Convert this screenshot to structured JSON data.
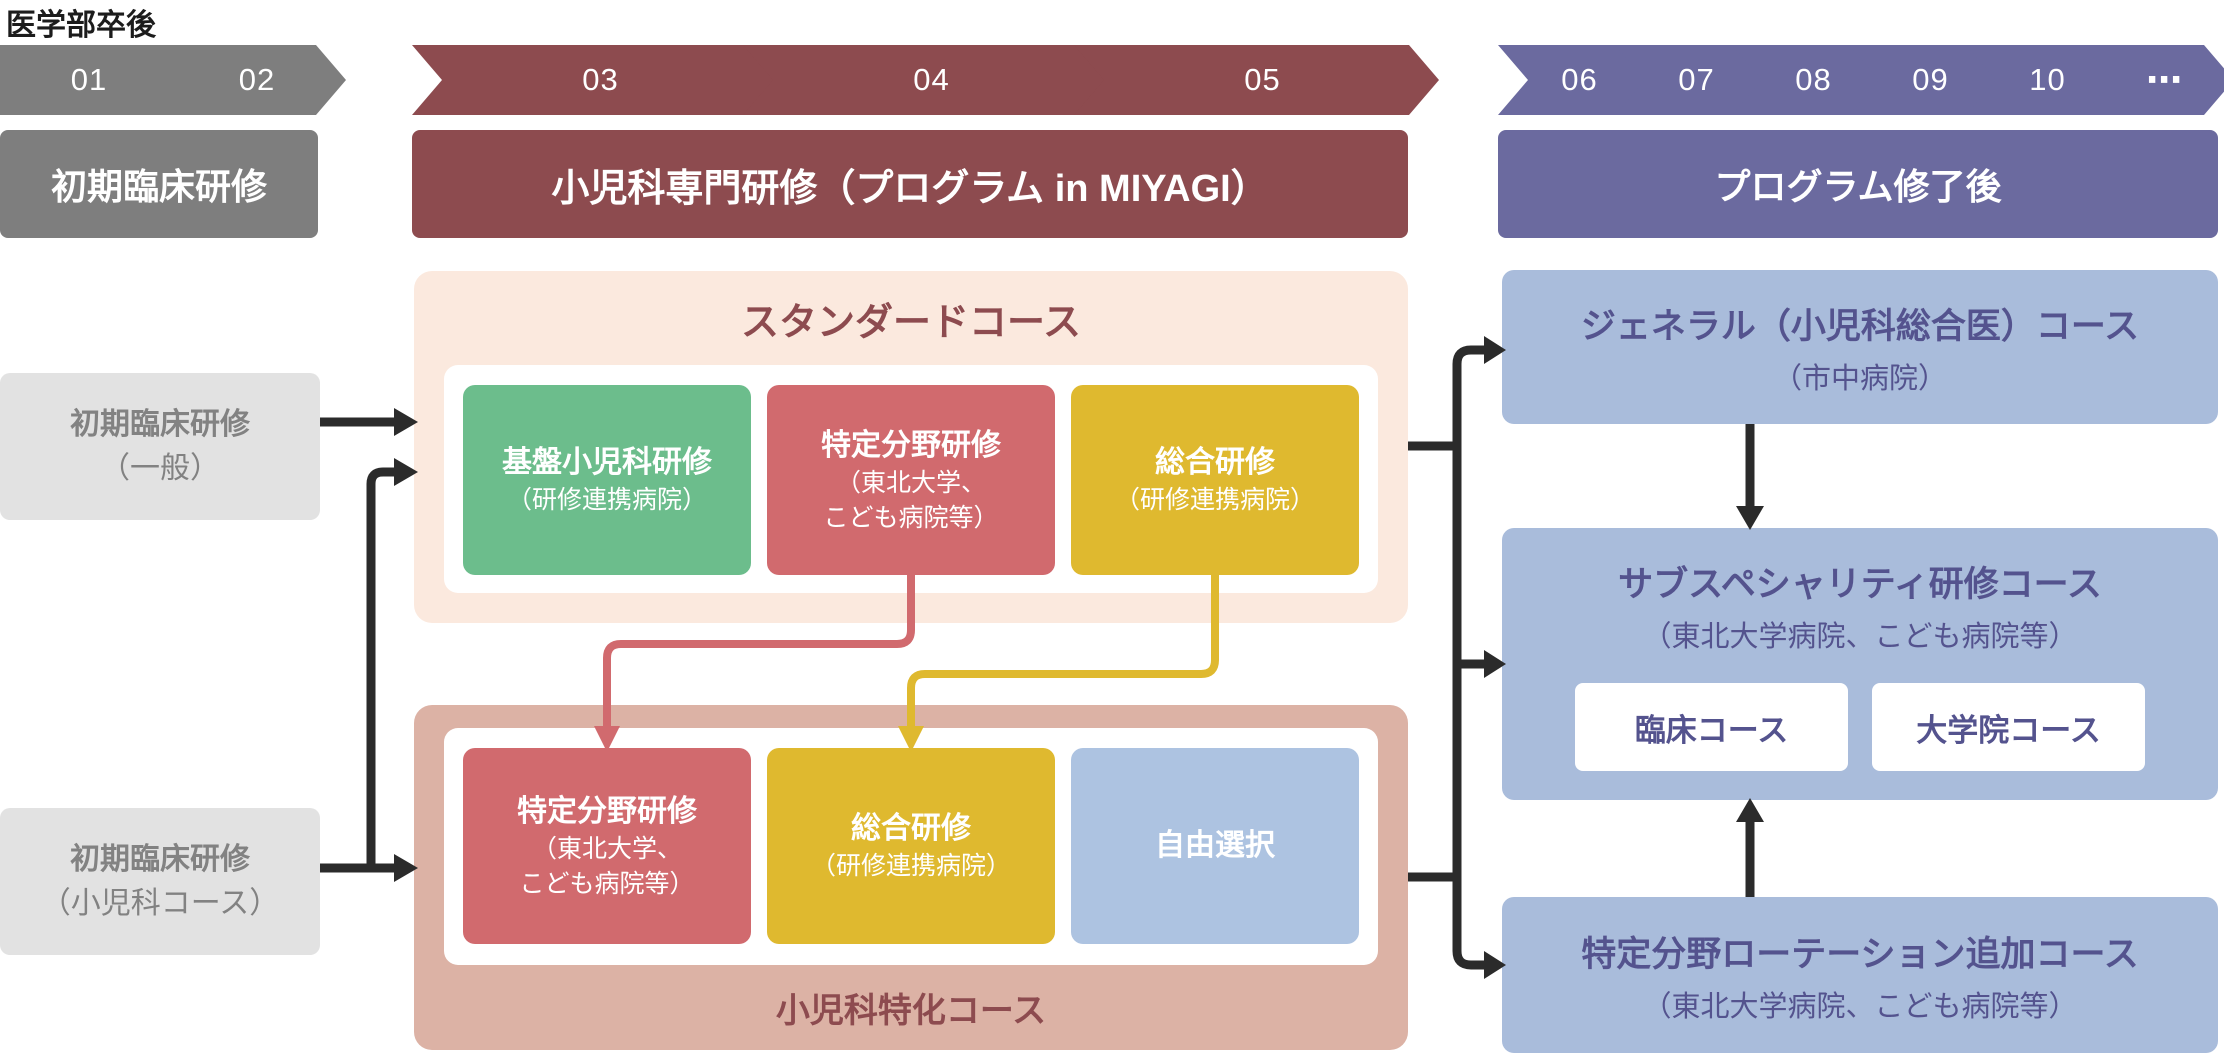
{
  "title": "医学部卒後",
  "timeline": {
    "phase1": {
      "chevrons": [
        "01",
        "02"
      ],
      "header": "初期臨床研修"
    },
    "phase2": {
      "chevrons": [
        "03",
        "04",
        "05"
      ],
      "header": "小児科専門研修（プログラム in MIYAGI）"
    },
    "phase3": {
      "chevrons": [
        "06",
        "07",
        "08",
        "09",
        "10",
        "⋯"
      ],
      "header": "プログラム修了後"
    }
  },
  "entry_boxes": {
    "general": {
      "line1": "初期臨床研修",
      "line2": "（一般）"
    },
    "pediatric": {
      "line1": "初期臨床研修",
      "line2": "（小児科コース）"
    }
  },
  "standard_course": {
    "title": "スタンダードコース",
    "boxes": [
      {
        "name": "基盤小児科研修",
        "org1": "（研修連携病院）",
        "org2": ""
      },
      {
        "name": "特定分野研修",
        "org1": "（東北大学、",
        "org2": "こども病院等）"
      },
      {
        "name": "総合研修",
        "org1": "（研修連携病院）",
        "org2": ""
      }
    ]
  },
  "specialized_course": {
    "title": "小児科特化コース",
    "boxes": [
      {
        "name": "特定分野研修",
        "org1": "（東北大学、",
        "org2": "こども病院等）"
      },
      {
        "name": "総合研修",
        "org1": "（研修連携病院）",
        "org2": ""
      },
      {
        "name": "自由選択",
        "org1": "",
        "org2": ""
      }
    ]
  },
  "outcome_courses": {
    "general": {
      "title": "ジェネラル（小児科総合医）コース",
      "sub": "（市中病院）"
    },
    "subspecialty": {
      "title": "サブスペシャリティ研修コース",
      "sub": "（東北大学病院、こども病院等）",
      "options": [
        "臨床コース",
        "大学院コース"
      ]
    },
    "additional": {
      "title": "特定分野ローテーション追加コース",
      "sub": "（東北大学病院、こども病院等）"
    }
  },
  "colors": {
    "gray": "#7e7e7e",
    "dark_red": "#8d4b4f",
    "purple": "#6b6a9f",
    "light_gray_box": "#e2e2e2",
    "cream_container": "#fbe9de",
    "rose_container": "#dcb2a5",
    "green_box": "#6cbd8c",
    "red_box": "#d16a6e",
    "yellow_box": "#dfb92f",
    "light_blue_box": "#adc3e1",
    "outcome_blue": "#a9bcdb",
    "purple_text": "#54538e",
    "arrow_black": "#2b2b2b"
  }
}
